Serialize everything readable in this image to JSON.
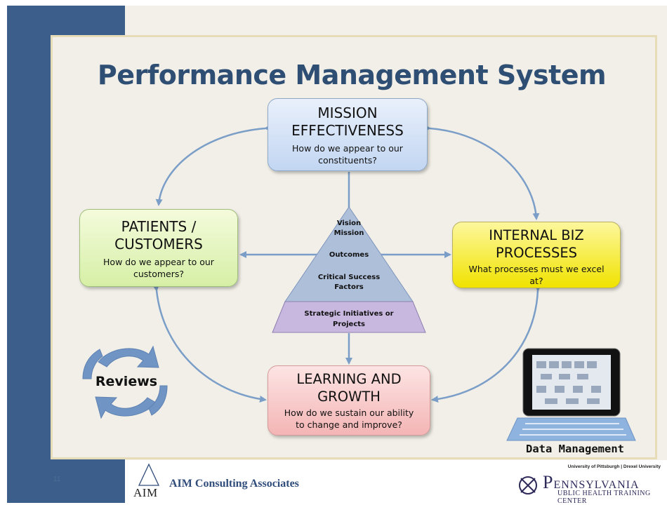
{
  "slide": {
    "title": "Performance Management System",
    "page_number": "11"
  },
  "boxes": {
    "mission": {
      "head_1": "MISSION",
      "head_2": "EFFECTIVENESS",
      "sub_1": "How do we appear to our",
      "sub_2": "constituents?"
    },
    "patients": {
      "head_1": "PATIENTS /",
      "head_2": "CUSTOMERS",
      "sub_1": "How do we appear to our",
      "sub_2": "customers?"
    },
    "internal": {
      "head_1": "INTERNAL BIZ",
      "head_2": "PROCESSES",
      "sub_1": "What processes must we excel",
      "sub_2": "at?"
    },
    "learning": {
      "head_1": "LEARNING AND",
      "head_2": "GROWTH",
      "sub_1": "How do we sustain our ability",
      "sub_2": "to change and improve?"
    }
  },
  "pyramid": {
    "vision": "Vision",
    "mission": "Mission",
    "outcomes": "Outcomes",
    "csf_1": "Critical Success",
    "csf_2": "Factors",
    "initiatives_1": "Strategic Initiatives or",
    "initiatives_2": "Projects"
  },
  "reviews": {
    "label": "Reviews"
  },
  "data_management": {
    "label": "Data Management"
  },
  "footer": {
    "aim_logo": "AIM",
    "aim_name": "AIM Consulting Associates",
    "penn_universities": "University of Pittsburgh | Drexel University",
    "penn_name_initial": "P",
    "penn_name_rest": "ENNSYLVANIA",
    "penn_sub": "UBLIC HEALTH TRAINING CENTER"
  },
  "colors": {
    "title": "#2f4e74",
    "sidebar": "#3b5f8a",
    "arrow": "#7b9ec8",
    "mission_box": "#c2d6f2",
    "patients_box": "#d6efa6",
    "internal_box": "#f0e300",
    "learning_box": "#f4b5b5",
    "pyramid": "#aebfda",
    "pyramid_base": "#c8b8e0"
  }
}
